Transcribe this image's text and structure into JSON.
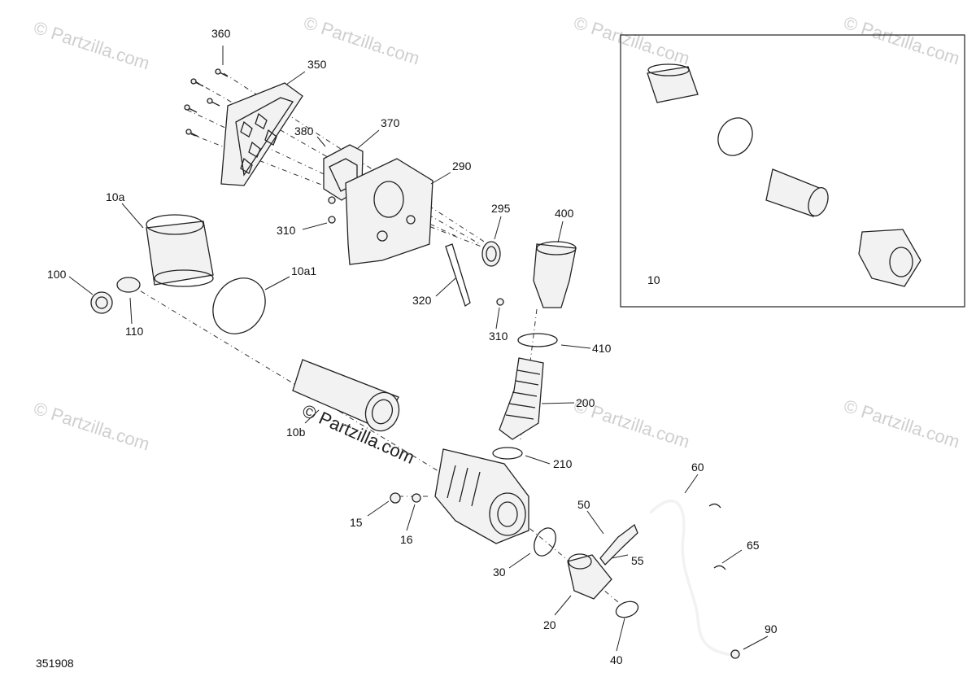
{
  "diagram_id": "351908",
  "watermark": "© Partzilla.com",
  "callouts": [
    {
      "id": "c360",
      "label": "360"
    },
    {
      "id": "c350",
      "label": "350"
    },
    {
      "id": "c370",
      "label": "370"
    },
    {
      "id": "c380",
      "label": "380"
    },
    {
      "id": "c290",
      "label": "290"
    },
    {
      "id": "c295",
      "label": "295"
    },
    {
      "id": "c400",
      "label": "400"
    },
    {
      "id": "c310a",
      "label": "310"
    },
    {
      "id": "c310b",
      "label": "310"
    },
    {
      "id": "c320",
      "label": "320"
    },
    {
      "id": "c10a",
      "label": "10a"
    },
    {
      "id": "c100",
      "label": "100"
    },
    {
      "id": "c110",
      "label": "110"
    },
    {
      "id": "c10a1",
      "label": "10a1"
    },
    {
      "id": "c410",
      "label": "410"
    },
    {
      "id": "c200",
      "label": "200"
    },
    {
      "id": "c10b",
      "label": "10b"
    },
    {
      "id": "c210",
      "label": "210"
    },
    {
      "id": "c60",
      "label": "60"
    },
    {
      "id": "c50",
      "label": "50"
    },
    {
      "id": "c55",
      "label": "55"
    },
    {
      "id": "c65",
      "label": "65"
    },
    {
      "id": "c15",
      "label": "15"
    },
    {
      "id": "c16",
      "label": "16"
    },
    {
      "id": "c30",
      "label": "30"
    },
    {
      "id": "c20",
      "label": "20"
    },
    {
      "id": "c40",
      "label": "40"
    },
    {
      "id": "c90",
      "label": "90"
    },
    {
      "id": "c10",
      "label": "10"
    }
  ]
}
